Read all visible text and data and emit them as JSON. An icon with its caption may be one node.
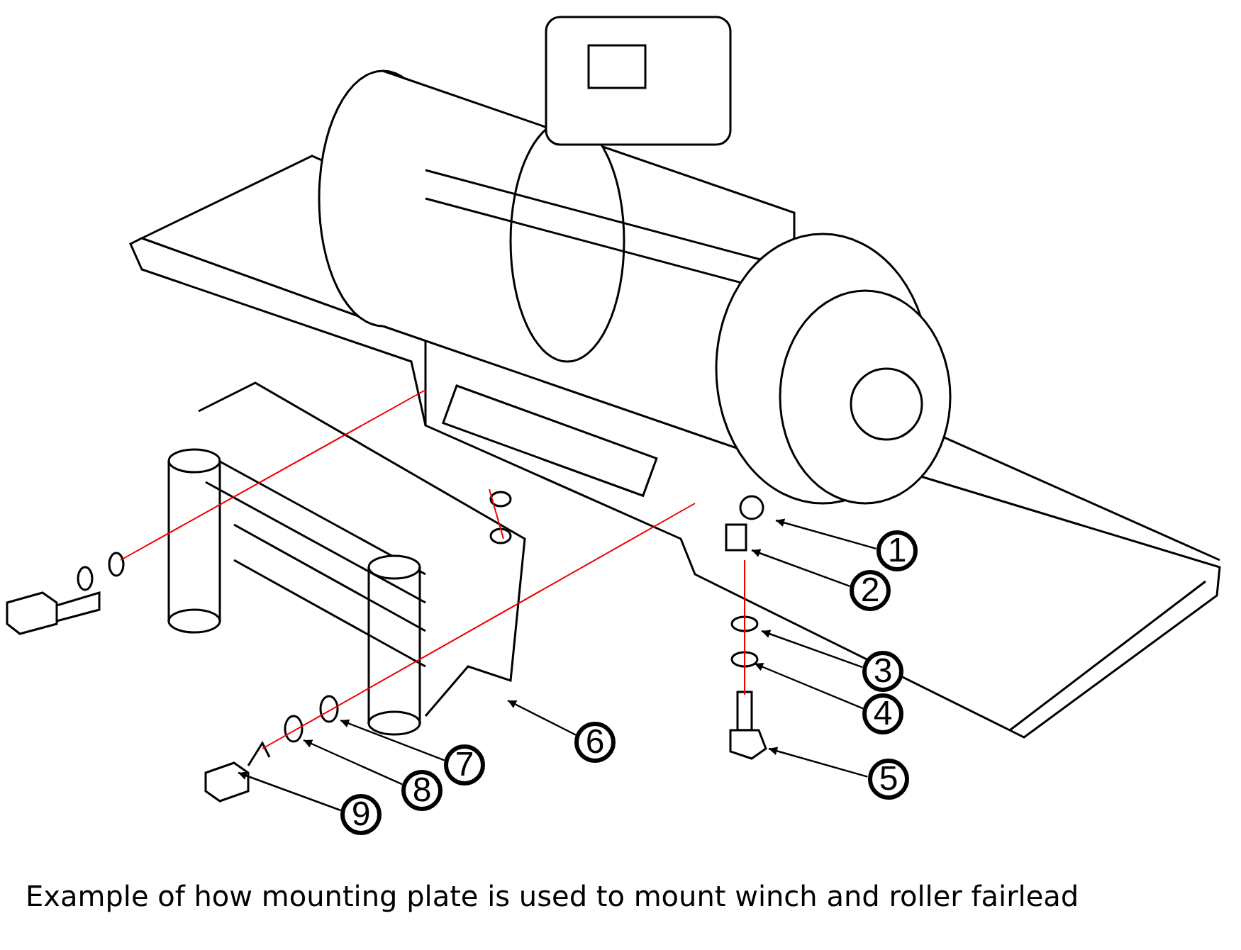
{
  "diagram": {
    "caption": "Example of how mounting plate is used to mount winch and roller fairlead",
    "nodes": [
      {
        "text": [
          "1"
        ]
      },
      {
        "text": [
          "2"
        ]
      },
      {
        "text": [
          "3"
        ]
      },
      {
        "text": [
          "4"
        ]
      },
      {
        "text": [
          "5"
        ]
      },
      {
        "text": [
          "6"
        ]
      },
      {
        "text": [
          "7"
        ]
      },
      {
        "text": [
          "8"
        ]
      },
      {
        "text": [
          "9"
        ]
      }
    ],
    "edges": [
      {
        "from": 0,
        "to": null,
        "arrow": "to"
      },
      {
        "from": 1,
        "to": null,
        "arrow": "to"
      },
      {
        "from": 2,
        "to": null,
        "arrow": "to"
      },
      {
        "from": 3,
        "to": null,
        "arrow": "to"
      },
      {
        "from": 4,
        "to": null,
        "arrow": "to"
      },
      {
        "from": 5,
        "to": null,
        "arrow": "to"
      },
      {
        "from": 6,
        "to": null,
        "arrow": "to"
      },
      {
        "from": 7,
        "to": null,
        "arrow": "to"
      },
      {
        "from": 8,
        "to": null,
        "arrow": "to"
      }
    ]
  }
}
